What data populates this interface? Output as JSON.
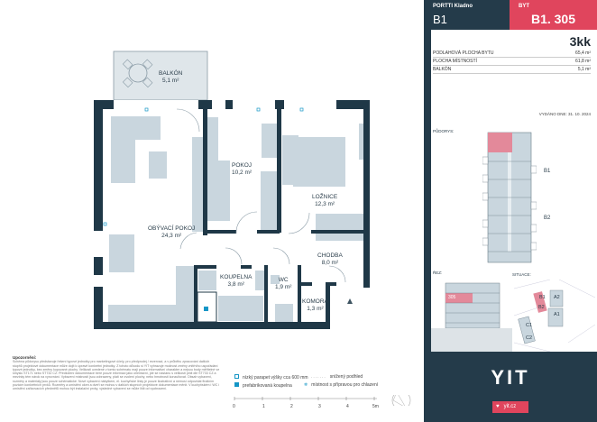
{
  "header": {
    "project": "PORTTI Kladno",
    "building": "B1",
    "unit_label": "BYT",
    "unit": "B1. 305"
  },
  "layout_type": "3kk",
  "areas": [
    {
      "label": "PODLAHOVÁ PLOCHA BYTU",
      "value": "65,4 m²"
    },
    {
      "label": "PLOCHA MÍSTNOSTÍ",
      "value": "61,8 m²"
    },
    {
      "label": "BALKÓN",
      "value": "5,1 m²"
    }
  ],
  "issued": "VYDÁNO DNE:  31. 10. 2024",
  "rooms": [
    {
      "name": "BALKÓN",
      "area": "5,1 m²"
    },
    {
      "name": "POKOJ",
      "area": "10,2 m²"
    },
    {
      "name": "LOŽNICE",
      "area": "12,3 m²"
    },
    {
      "name": "OBÝVACÍ POKOJ",
      "area": "24,3 m²"
    },
    {
      "name": "CHODBA",
      "area": "8,0 m²"
    },
    {
      "name": "KOUPELNA",
      "area": "3,8 m²"
    },
    {
      "name": "WC",
      "area": "1,9 m²"
    },
    {
      "name": "KOMORA",
      "area": "1,3 m²"
    }
  ],
  "plan_section": {
    "title": "PŮDORYS:",
    "labels": [
      "B1",
      "B2"
    ]
  },
  "cut_section": {
    "title": "ŘEZ:",
    "highlight": "305"
  },
  "situation": {
    "title": "SITUACE:",
    "labels": [
      "B1",
      "B2",
      "A2",
      "A1",
      "C1",
      "C2"
    ]
  },
  "disclaimer": {
    "title": "Upozornění:",
    "text": "Schéma půdorysu představuje řešení typové jednotky pro marketingové účely, pro předprodej / rezervaci, a v průběhu zpracování dalších stupňů projektové dokumentace může dojít k úpravě konkrétní jednotky. Z tohoto důvodu si YIT vyhrazuje možnost změny vnitřního uspořádání typové jednotky, bez změny kupované plochy. Velikosti uvedené v tomto schématu mají pouze informativní charakter a nejsou body měřitelné ve smyslu ST171 nebo ST732 CZ. Předložení dokumentace bere pouze informaci jako orientační, jde se nastanu s velikosti plnit dle ST733 CZ a mezinky tém nárok na vyrovnání. Vybavení místností jsou zobrazeny, platí se zvolení plochy, nebo hmotnosti konzultovat. Obsah vybavení, rozměry a materiály jsou pouze schématické. Nové vybavení nábytkem, el. kuchyňské linky je pouze ilustrativní a nemusí odpovídat finálním pozicím konkrétních prvků. Rozměry a umístění oken a dveří se mohou v dalších stupních projektové dokumentace měnit. V kuchyňském i WC i umístění zařizovacích předmětů mohou být instalační prvky, výsledné vybavení se může lišit od vyobrazení."
  },
  "legend": {
    "parapet": "nízký parapet výšky cca 600 mm",
    "ceiling": "snížený podhled",
    "prefab": "prefabrikovaná koupelna",
    "cooling": "místnost s přípravou pro chlazení"
  },
  "scale": {
    "ticks": [
      "0",
      "1",
      "2",
      "3",
      "4",
      "5m"
    ]
  },
  "brand": {
    "logo": "YIT",
    "web": "yit.cz"
  },
  "colors": {
    "navy": "#243b4a",
    "accent": "#e0455d",
    "furniture": "#c9d6de",
    "wall": "#1f3847"
  }
}
